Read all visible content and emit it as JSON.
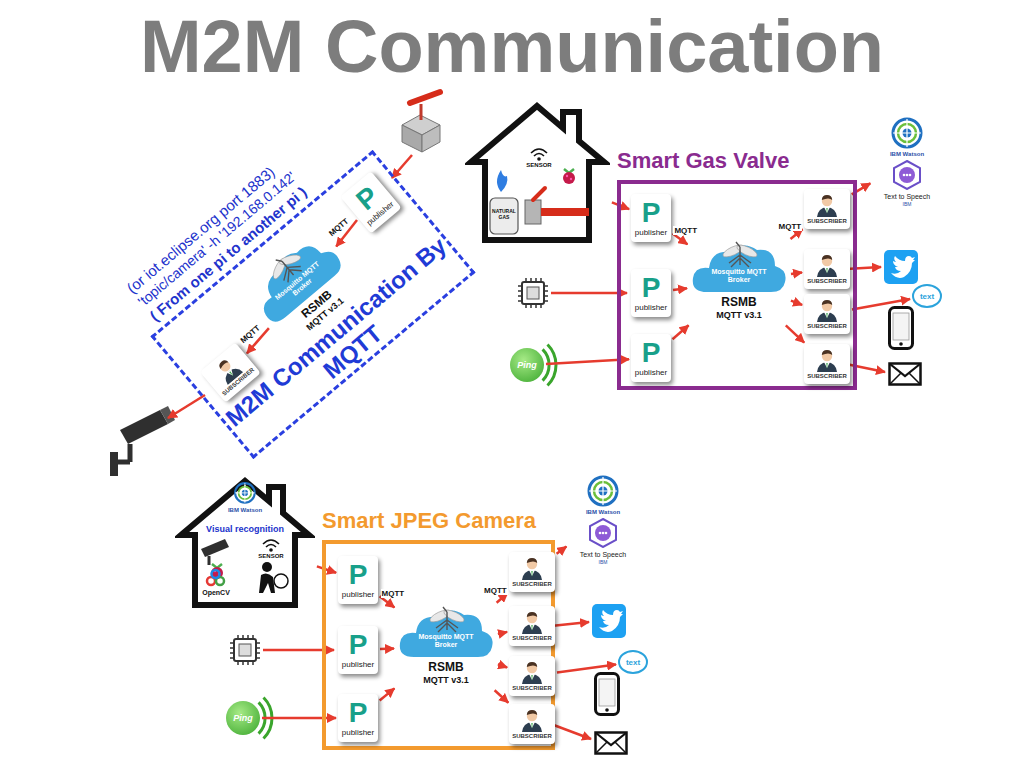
{
  "diagram": {
    "title": "M2M Communication",
    "nodes": [
      {
        "text": [
          "M2M Communication By MQTT"
        ]
      },
      {
        "text": [
          "P",
          "publisher"
        ],
        "in": 0
      },
      {
        "text": [
          "Mosquitto MQTT Broker",
          "RSMB",
          "MQTT v3.1"
        ],
        "in": 0
      },
      {
        "text": [
          "SUBSCRIBER"
        ],
        "in": 0
      },
      {
        "text": [
          "SENSOR",
          "NATURAL GAS"
        ]
      },
      {
        "text": [
          "Smart Gas Valve"
        ]
      },
      {
        "text": [
          "P",
          "publisher"
        ],
        "in": 5
      },
      {
        "text": [
          "P",
          "publisher"
        ],
        "in": 5
      },
      {
        "text": [
          "P",
          "publisher"
        ],
        "in": 5
      },
      {
        "text": [
          "Mosquitto MQTT Broker",
          "RSMB",
          "MQTT v3.1"
        ],
        "in": 5
      },
      {
        "text": [
          "SUBSCRIBER"
        ],
        "in": 5
      },
      {
        "text": [
          "SUBSCRIBER"
        ],
        "in": 5
      },
      {
        "text": [
          "SUBSCRIBER"
        ],
        "in": 5
      },
      {
        "text": [
          "SUBSCRIBER"
        ],
        "in": 5
      },
      {
        "text": [
          "Ping"
        ]
      },
      {
        "text": [
          "IBM Watson",
          "Text to Speech",
          "IBM"
        ]
      },
      {
        "text": [
          "text"
        ]
      },
      {
        "text": [
          "IBM Watson",
          "Visual recognition",
          "SENSOR",
          "OpenCV"
        ]
      },
      {
        "text": [
          "Smart JPEG Camera"
        ]
      },
      {
        "text": [
          "P",
          "publisher"
        ],
        "in": 18
      },
      {
        "text": [
          "P",
          "publisher"
        ],
        "in": 18
      },
      {
        "text": [
          "P",
          "publisher"
        ],
        "in": 18
      },
      {
        "text": [
          "Mosquitto MQTT Broker",
          "RSMB",
          "MQTT v3.1"
        ],
        "in": 18
      },
      {
        "text": [
          "SUBSCRIBER"
        ],
        "in": 18
      },
      {
        "text": [
          "SUBSCRIBER"
        ],
        "in": 18
      },
      {
        "text": [
          "SUBSCRIBER"
        ],
        "in": 18
      },
      {
        "text": [
          "SUBSCRIBER"
        ],
        "in": 18
      },
      {
        "text": [
          "Ping"
        ]
      },
      {
        "text": [
          "IBM Watson",
          "Text to Speech",
          "IBM"
        ]
      },
      {
        "text": [
          "text"
        ]
      }
    ],
    "edges": [
      {
        "from": 1,
        "to": 2,
        "arrow": "to",
        "label": "MQTT"
      },
      {
        "from": 2,
        "to": 3,
        "arrow": "to",
        "label": "MQTT"
      },
      {
        "from": 4,
        "to": 6,
        "arrow": "to"
      },
      {
        "from": 6,
        "to": 9,
        "arrow": "to",
        "label": "MQTT"
      },
      {
        "from": 7,
        "to": 9,
        "arrow": "to"
      },
      {
        "from": 8,
        "to": 9,
        "arrow": "to"
      },
      {
        "from": 14,
        "to": 8,
        "arrow": "to"
      },
      {
        "from": 9,
        "to": 10,
        "arrow": "to",
        "label": "MQTT"
      },
      {
        "from": 9,
        "to": 11,
        "arrow": "to"
      },
      {
        "from": 9,
        "to": 12,
        "arrow": "to"
      },
      {
        "from": 9,
        "to": 13,
        "arrow": "to"
      },
      {
        "from": 10,
        "to": 15,
        "arrow": "to"
      },
      {
        "from": 12,
        "to": 16,
        "arrow": "to"
      },
      {
        "from": 17,
        "to": 19,
        "arrow": "to"
      },
      {
        "from": 19,
        "to": 22,
        "arrow": "to",
        "label": "MQTT"
      },
      {
        "from": 20,
        "to": 22,
        "arrow": "to"
      },
      {
        "from": 21,
        "to": 22,
        "arrow": "to"
      },
      {
        "from": 27,
        "to": 21,
        "arrow": "to"
      },
      {
        "from": 22,
        "to": 23,
        "arrow": "to",
        "label": "MQTT"
      },
      {
        "from": 22,
        "to": 24,
        "arrow": "to"
      },
      {
        "from": 22,
        "to": 25,
        "arrow": "to"
      },
      {
        "from": 22,
        "to": 26,
        "arrow": "to"
      },
      {
        "from": 23,
        "to": 28,
        "arrow": "to"
      },
      {
        "from": 25,
        "to": 29,
        "arrow": "to"
      }
    ],
    "labels": [
      "(or iot.eclipse.org port 1883)",
      "'topic/camera' -h '192.168.0.142'",
      "( From one pi to another pi )"
    ]
  }
}
